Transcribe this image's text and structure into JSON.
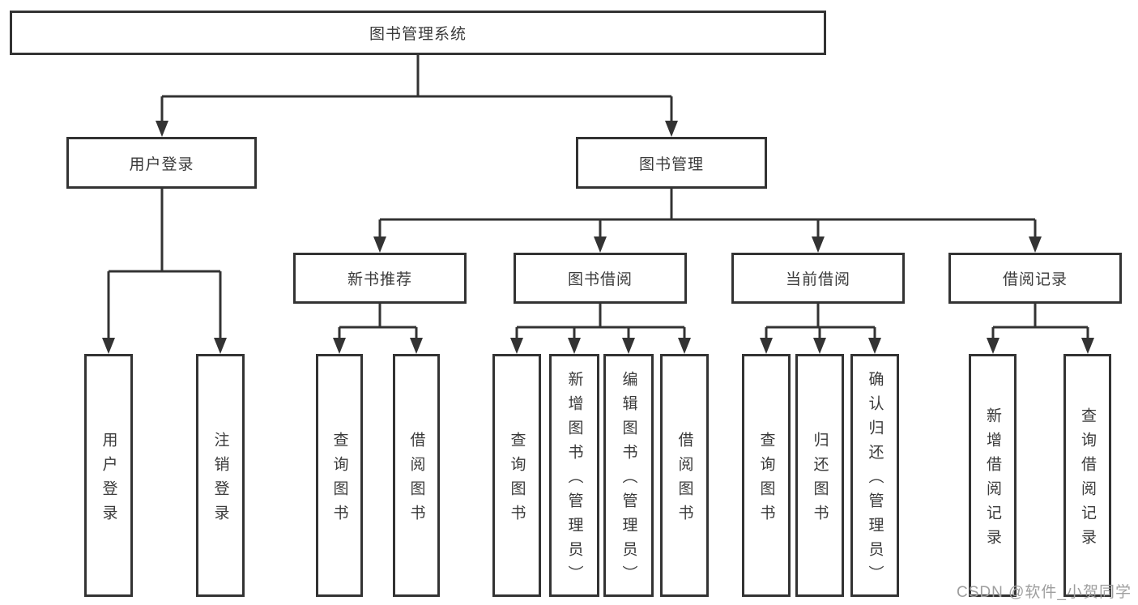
{
  "diagram": {
    "root": {
      "label": "图书管理系统"
    },
    "level2": [
      {
        "label": "用户登录"
      },
      {
        "label": "图书管理"
      }
    ],
    "level3": [
      {
        "label": "新书推荐"
      },
      {
        "label": "图书借阅"
      },
      {
        "label": "当前借阅"
      },
      {
        "label": "借阅记录"
      }
    ],
    "leaves": [
      {
        "label": "用户登录",
        "parent": "用户登录"
      },
      {
        "label": "注销登录",
        "parent": "用户登录"
      },
      {
        "label": "查询图书",
        "parent": "新书推荐"
      },
      {
        "label": "借阅图书",
        "parent": "新书推荐"
      },
      {
        "label": "查询图书",
        "parent": "图书借阅"
      },
      {
        "label": "新增图书（管理员）",
        "parent": "图书借阅"
      },
      {
        "label": "编辑图书（管理员）",
        "parent": "图书借阅"
      },
      {
        "label": "借阅图书",
        "parent": "图书借阅"
      },
      {
        "label": "查询图书",
        "parent": "当前借阅"
      },
      {
        "label": "归还图书",
        "parent": "当前借阅"
      },
      {
        "label": "确认归还（管理员）",
        "parent": "当前借阅"
      },
      {
        "label": "新增借阅记录",
        "parent": "借阅记录"
      },
      {
        "label": "查询借阅记录",
        "parent": "借阅记录"
      }
    ],
    "watermark": "CSDN @软件_小贺同学",
    "colors": {
      "line": "#333333",
      "text": "#3a3a3a",
      "watermark": "#9e9e9e",
      "background": "#ffffff"
    }
  }
}
